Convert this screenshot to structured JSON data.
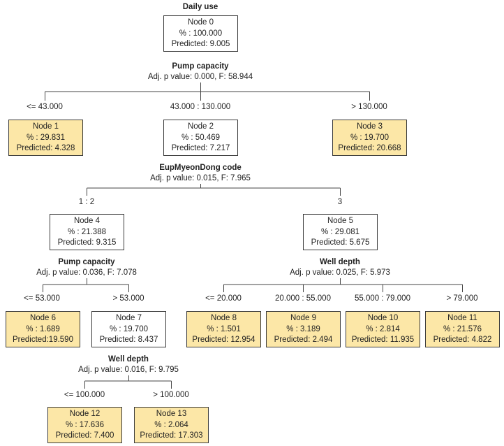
{
  "title": "Daily use",
  "nodes": [
    {
      "id": "0",
      "node": "Node 0",
      "pct": "% : 100.000",
      "pred": "Predicted: 9.005"
    },
    {
      "id": "1",
      "node": "Node 1",
      "pct": "% : 29.831",
      "pred": "Predicted: 4.328"
    },
    {
      "id": "2",
      "node": "Node 2",
      "pct": "% : 50.469",
      "pred": "Predicted: 7.217"
    },
    {
      "id": "3",
      "node": "Node 3",
      "pct": "% : 19.700",
      "pred": "Predicted: 20.668"
    },
    {
      "id": "4",
      "node": "Node 4",
      "pct": "% : 21.388",
      "pred": "Predicted: 9.315"
    },
    {
      "id": "5",
      "node": "Node 5",
      "pct": "% : 29.081",
      "pred": "Predicted: 5.675"
    },
    {
      "id": "6",
      "node": "Node 6",
      "pct": "% : 1.689",
      "pred": "Predicted:19.590"
    },
    {
      "id": "7",
      "node": "Node 7",
      "pct": "% : 19.700",
      "pred": "Predicted: 8.437"
    },
    {
      "id": "8",
      "node": "Node 8",
      "pct": "% : 1.501",
      "pred": "Predicted: 12.954"
    },
    {
      "id": "9",
      "node": "Node 9",
      "pct": "% : 3.189",
      "pred": "Predicted: 2.494"
    },
    {
      "id": "10",
      "node": "Node 10",
      "pct": "% : 2.814",
      "pred": "Predicted: 11.935"
    },
    {
      "id": "11",
      "node": "Node 11",
      "pct": "% : 21.576",
      "pred": "Predicted: 4.822"
    },
    {
      "id": "12",
      "node": "Node 12",
      "pct": "% : 17.636",
      "pred": "Predicted: 7.400"
    },
    {
      "id": "13",
      "node": "Node 13",
      "pct": "% : 2.064",
      "pred": "Predicted: 17.303"
    }
  ],
  "splits": [
    {
      "id": "0",
      "variable": "Pump capacity",
      "stat": "Adj. p value: 0.000, F: 58.944"
    },
    {
      "id": "2",
      "variable": "EupMyeonDong code",
      "stat": "Adj. p value: 0.015, F: 7.965"
    },
    {
      "id": "4",
      "variable": "Pump capacity",
      "stat": "Adj. p value: 0.036, F: 7.078"
    },
    {
      "id": "5",
      "variable": "Well depth",
      "stat": "Adj. p value: 0.025, F: 5.973"
    },
    {
      "id": "7",
      "variable": "Well depth",
      "stat": "Adj. p value: 0.016, F: 9.795"
    }
  ],
  "branch_labels": [
    {
      "to": "1",
      "text": "<= 43.000"
    },
    {
      "to": "2",
      "text": "43.000 : 130.000"
    },
    {
      "to": "3",
      "text": "> 130.000"
    },
    {
      "to": "4",
      "text": "1 : 2"
    },
    {
      "to": "5",
      "text": "3"
    },
    {
      "to": "6",
      "text": "<= 53.000"
    },
    {
      "to": "7",
      "text": "> 53.000"
    },
    {
      "to": "8",
      "text": "<= 20.000"
    },
    {
      "to": "9",
      "text": "20.000 : 55.000"
    },
    {
      "to": "10",
      "text": "55.000 : 79.000"
    },
    {
      "to": "11",
      "text": "> 79.000"
    },
    {
      "to": "12",
      "text": "<= 100.000"
    },
    {
      "to": "13",
      "text": "> 100.000"
    }
  ],
  "colors": {
    "leaf_fill": "#fce7a7",
    "internal_fill": "#ffffff",
    "border": "#3a3a3a",
    "edge": "#444444"
  }
}
